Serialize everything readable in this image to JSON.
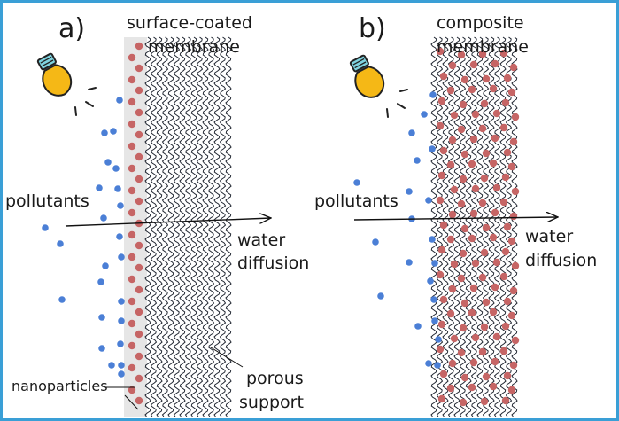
{
  "panel_a": {
    "letter": "a)",
    "title_line1": "surface-coated",
    "title_line2": "membrane",
    "pollutants_label": "pollutants",
    "water_line1": "water",
    "water_line2": "diffusion",
    "nanoparticles_label": "nanoparticles",
    "porous_line1": "porous",
    "porous_line2": "support"
  },
  "panel_b": {
    "letter": "b)",
    "title_line1": "composite",
    "title_line2": "membrane",
    "pollutants_label": "pollutants",
    "water_line1": "water",
    "water_line2": "diffusion"
  },
  "colors": {
    "frame": "#3a9fd6",
    "pollutant": "#4b7fd6",
    "nanoparticle": "#c66565",
    "coating_layer": "#e6e6e6",
    "wave": "#1f2530",
    "bulb": "#f5b816",
    "bulb_cap": "#7fd3df"
  },
  "icons": [
    "light-bulb-icon",
    "light-bulb-icon"
  ]
}
